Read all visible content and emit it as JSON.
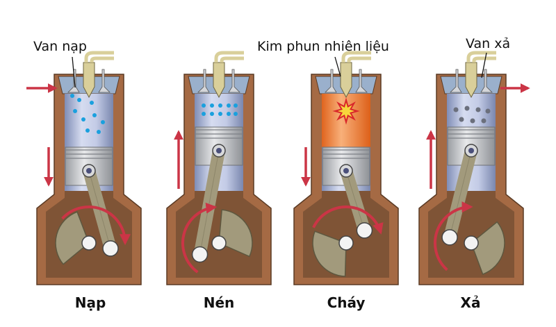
{
  "labels": {
    "intake_valve": "Van nạp",
    "fuel_injector": "Kim phun nhiên liệu",
    "exhaust_valve": "Van xả"
  },
  "stages": [
    {
      "name": "Nạp",
      "piston": "down",
      "content": "fuel-droplets"
    },
    {
      "name": "Nén",
      "piston": "up",
      "content": "compressed-droplets"
    },
    {
      "name": "Cháy",
      "piston": "down",
      "content": "ignition"
    },
    {
      "name": "Xả",
      "piston": "up",
      "content": "exhaust-gas"
    }
  ],
  "colors": {
    "block": "#a56a44",
    "crankcase": "#7f5436",
    "cylinder": "#a6b2d4",
    "piston": "#c7c9cc",
    "rod": "#a29a7c",
    "arrow": "#cb3546",
    "droplet": "#1aa0de",
    "exhaust_dot": "#6b6f7c",
    "fire": "#f3893a"
  },
  "icons": [
    "flow-arrow-icon",
    "rotation-arrow-icon",
    "spark-icon"
  ]
}
